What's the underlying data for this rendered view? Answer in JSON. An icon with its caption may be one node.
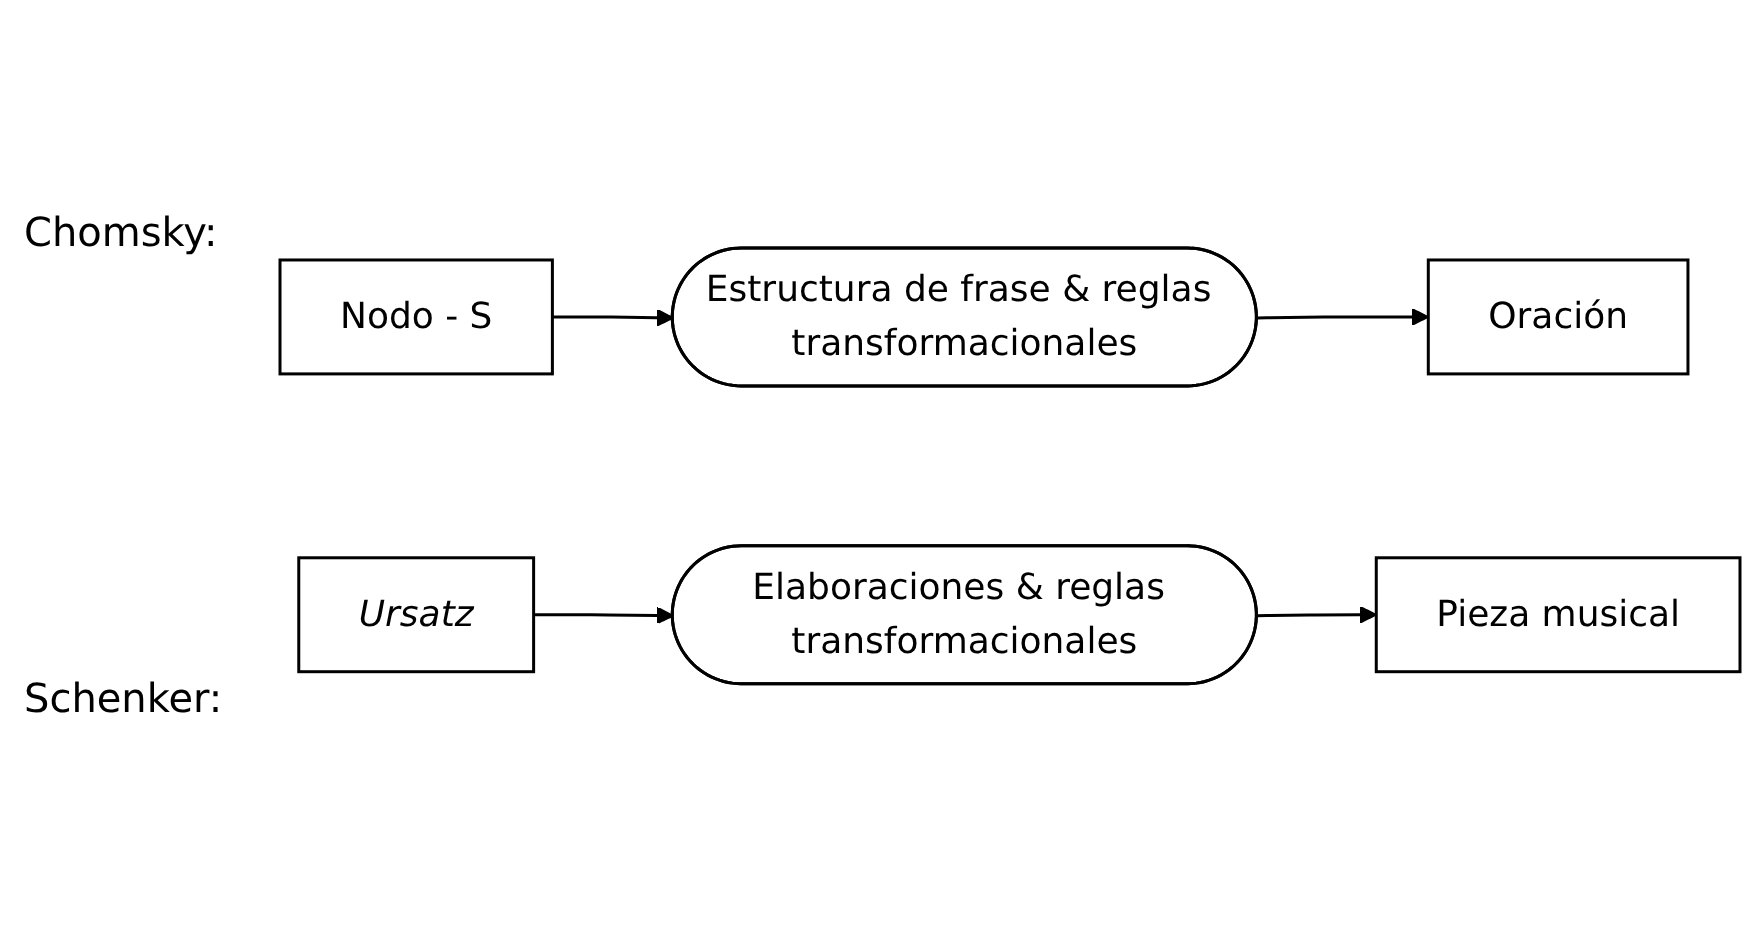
{
  "diagram": {
    "nodes": [
      {
        "text": [
          "Nodo - S"
        ]
      },
      {
        "text": [
          "Estructura de frase & reglas transformacionales"
        ]
      },
      {
        "text": [
          "Oración"
        ]
      },
      {
        "text": [
          "Ursatz"
        ]
      },
      {
        "text": [
          "Elaboraciones & reglas transformacionales"
        ]
      },
      {
        "text": [
          "Pieza musical"
        ]
      }
    ],
    "edges": [
      {
        "from": 0,
        "to": 1,
        "arrow": "to"
      },
      {
        "from": 1,
        "to": 2,
        "arrow": "to"
      },
      {
        "from": 3,
        "to": 4,
        "arrow": "to"
      },
      {
        "from": 4,
        "to": 5,
        "arrow": "to"
      }
    ],
    "labels": [
      "Chomsky:",
      "Schenker:"
    ]
  }
}
